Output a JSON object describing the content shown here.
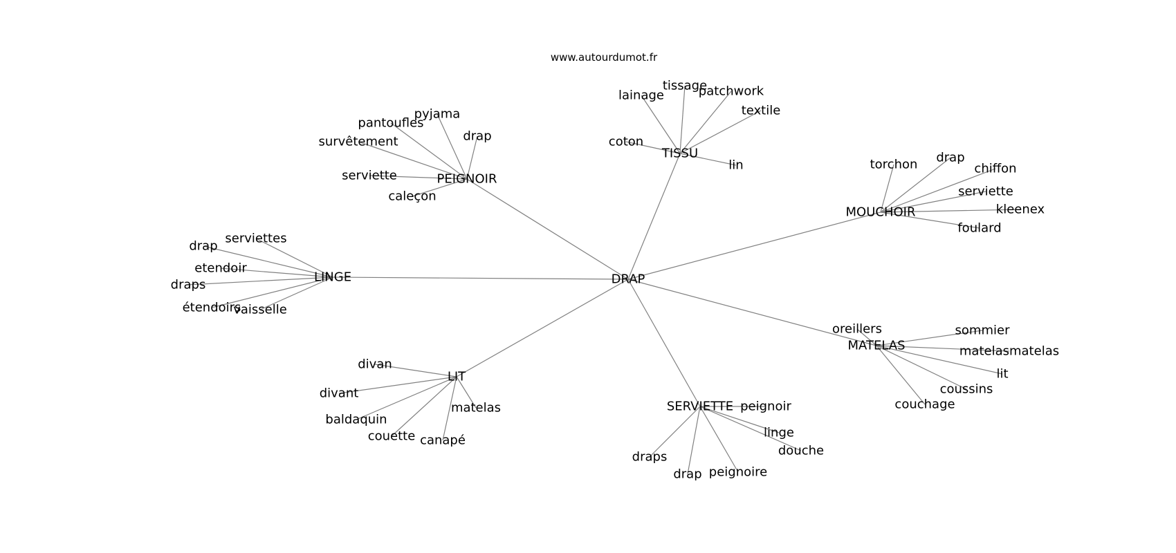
{
  "site": "www.autourdumot.fr",
  "graph": {
    "root": "DRAP",
    "nodes": [
      {
        "id": "drap_c",
        "label": "DRAP"
      },
      {
        "id": "tissu",
        "label": "TISSU"
      },
      {
        "id": "mouchoir",
        "label": "MOUCHOIR"
      },
      {
        "id": "peignoir",
        "label": "PEIGNOIR"
      },
      {
        "id": "linge",
        "label": "LINGE"
      },
      {
        "id": "lit",
        "label": "LIT"
      },
      {
        "id": "serviette",
        "label": "SERVIETTE"
      },
      {
        "id": "matelas",
        "label": "MATELAS"
      },
      {
        "id": "t_lainage",
        "label": "lainage"
      },
      {
        "id": "t_tissage",
        "label": "tissage"
      },
      {
        "id": "t_patchwork",
        "label": "patchwork"
      },
      {
        "id": "t_textile",
        "label": "textile"
      },
      {
        "id": "t_coton",
        "label": "coton"
      },
      {
        "id": "t_lin",
        "label": "lin"
      },
      {
        "id": "p_pyjama",
        "label": "pyjama"
      },
      {
        "id": "p_pantoufles",
        "label": "pantoufles"
      },
      {
        "id": "p_drap",
        "label": "drap"
      },
      {
        "id": "p_survetement",
        "label": "survêtement"
      },
      {
        "id": "p_serviette",
        "label": "serviette"
      },
      {
        "id": "p_calecon",
        "label": "caleçon"
      },
      {
        "id": "m_torchon",
        "label": "torchon"
      },
      {
        "id": "m_drap",
        "label": "drap"
      },
      {
        "id": "m_chiffon",
        "label": "chiffon"
      },
      {
        "id": "m_serviette",
        "label": "serviette"
      },
      {
        "id": "m_kleenex",
        "label": "kleenex"
      },
      {
        "id": "m_foulard",
        "label": "foulard"
      },
      {
        "id": "l_serviettes",
        "label": "serviettes"
      },
      {
        "id": "l_drap",
        "label": "drap"
      },
      {
        "id": "l_etendoir",
        "label": "etendoir"
      },
      {
        "id": "l_draps",
        "label": "draps"
      },
      {
        "id": "l_etendoirs",
        "label": "étendoirs"
      },
      {
        "id": "l_vaisselle",
        "label": "vaisselle"
      },
      {
        "id": "li_divan",
        "label": "divan"
      },
      {
        "id": "li_divant",
        "label": "divant"
      },
      {
        "id": "li_baldaquin",
        "label": "baldaquin"
      },
      {
        "id": "li_couette",
        "label": "couette"
      },
      {
        "id": "li_canape",
        "label": "canapé"
      },
      {
        "id": "li_matelas",
        "label": "matelas"
      },
      {
        "id": "s_peignoir",
        "label": "peignoir"
      },
      {
        "id": "s_linge",
        "label": "linge"
      },
      {
        "id": "s_douche",
        "label": "douche"
      },
      {
        "id": "s_draps",
        "label": "draps"
      },
      {
        "id": "s_drap",
        "label": "drap"
      },
      {
        "id": "s_peignoire",
        "label": "peignoire"
      },
      {
        "id": "ma_oreillers",
        "label": "oreillers"
      },
      {
        "id": "ma_sommier",
        "label": "sommier"
      },
      {
        "id": "ma_matelasmatelas",
        "label": "matelasmatelas"
      },
      {
        "id": "ma_lit",
        "label": "lit"
      },
      {
        "id": "ma_coussins",
        "label": "coussins"
      },
      {
        "id": "ma_couchage",
        "label": "couchage"
      }
    ],
    "edges": [
      [
        "drap_c",
        "tissu"
      ],
      [
        "drap_c",
        "mouchoir"
      ],
      [
        "drap_c",
        "peignoir"
      ],
      [
        "drap_c",
        "linge"
      ],
      [
        "drap_c",
        "lit"
      ],
      [
        "drap_c",
        "serviette"
      ],
      [
        "drap_c",
        "matelas"
      ],
      [
        "tissu",
        "t_lainage"
      ],
      [
        "tissu",
        "t_tissage"
      ],
      [
        "tissu",
        "t_patchwork"
      ],
      [
        "tissu",
        "t_textile"
      ],
      [
        "tissu",
        "t_coton"
      ],
      [
        "tissu",
        "t_lin"
      ],
      [
        "peignoir",
        "p_pyjama"
      ],
      [
        "peignoir",
        "p_pantoufles"
      ],
      [
        "peignoir",
        "p_drap"
      ],
      [
        "peignoir",
        "p_survetement"
      ],
      [
        "peignoir",
        "p_serviette"
      ],
      [
        "peignoir",
        "p_calecon"
      ],
      [
        "mouchoir",
        "m_torchon"
      ],
      [
        "mouchoir",
        "m_drap"
      ],
      [
        "mouchoir",
        "m_chiffon"
      ],
      [
        "mouchoir",
        "m_serviette"
      ],
      [
        "mouchoir",
        "m_kleenex"
      ],
      [
        "mouchoir",
        "m_foulard"
      ],
      [
        "linge",
        "l_serviettes"
      ],
      [
        "linge",
        "l_drap"
      ],
      [
        "linge",
        "l_etendoir"
      ],
      [
        "linge",
        "l_draps"
      ],
      [
        "linge",
        "l_etendoirs"
      ],
      [
        "linge",
        "l_vaisselle"
      ],
      [
        "lit",
        "li_divan"
      ],
      [
        "lit",
        "li_divant"
      ],
      [
        "lit",
        "li_baldaquin"
      ],
      [
        "lit",
        "li_couette"
      ],
      [
        "lit",
        "li_canape"
      ],
      [
        "lit",
        "li_matelas"
      ],
      [
        "serviette",
        "s_peignoir"
      ],
      [
        "serviette",
        "s_linge"
      ],
      [
        "serviette",
        "s_douche"
      ],
      [
        "serviette",
        "s_draps"
      ],
      [
        "serviette",
        "s_drap"
      ],
      [
        "serviette",
        "s_peignoire"
      ],
      [
        "matelas",
        "ma_oreillers"
      ],
      [
        "matelas",
        "ma_sommier"
      ],
      [
        "matelas",
        "ma_matelasmatelas"
      ],
      [
        "matelas",
        "ma_lit"
      ],
      [
        "matelas",
        "ma_coussins"
      ],
      [
        "matelas",
        "ma_couchage"
      ]
    ]
  }
}
